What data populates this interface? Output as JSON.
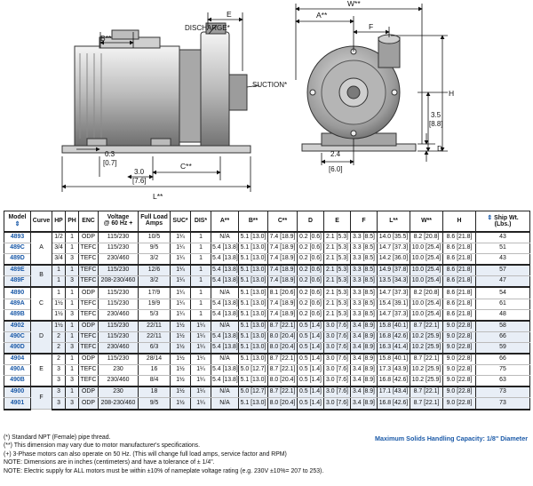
{
  "drawing": {
    "side_labels": {
      "e": "E",
      "b": "B**",
      "discharge": "DISCHARGE*",
      "suction": "SUCTION*",
      "d03": "0.3",
      "d03m": "[0.7]",
      "d30": "3.0",
      "d30m": "[7.6]",
      "c": "C**",
      "l": "L**"
    },
    "front_labels": {
      "w": "W**",
      "a": "A**",
      "f": "F",
      "h": "H",
      "d35": "3.5",
      "d35m": "[8.8]",
      "d24": "2.4",
      "d24m": "[6.0]",
      "d": "D"
    }
  },
  "table": {
    "headers": [
      {
        "l1": "Model",
        "l2": "",
        "sort": true
      },
      {
        "l1": "Curve",
        "l2": ""
      },
      {
        "l1": "HP",
        "l2": ""
      },
      {
        "l1": "PH",
        "l2": ""
      },
      {
        "l1": "ENC",
        "l2": ""
      },
      {
        "l1": "Voltage",
        "l2": "@ 60 Hz +"
      },
      {
        "l1": "Full Load",
        "l2": "Amps"
      },
      {
        "l1": "SUC*",
        "l2": ""
      },
      {
        "l1": "DIS*",
        "l2": ""
      },
      {
        "l1": "A**",
        "l2": ""
      },
      {
        "l1": "B**",
        "l2": ""
      },
      {
        "l1": "C**",
        "l2": ""
      },
      {
        "l1": "D",
        "l2": ""
      },
      {
        "l1": "E",
        "l2": ""
      },
      {
        "l1": "F",
        "l2": ""
      },
      {
        "l1": "L**",
        "l2": ""
      },
      {
        "l1": "W**",
        "l2": ""
      },
      {
        "l1": "H",
        "l2": ""
      },
      {
        "l1": "Ship Wt.",
        "l2": "(Lbs.)",
        "sort": true
      }
    ],
    "groups": [
      {
        "curve": "A",
        "rows": [
          [
            "4893",
            "1/2",
            "1",
            "ODP",
            "115/230",
            "10/5",
            "1¼",
            "1",
            "N/A",
            "5.1 [13.0]",
            "7.4 [18.9]",
            "0.2 [0.6]",
            "2.1 [5.3]",
            "3.3 [8.5]",
            "14.0 [35.5]",
            "8.2 [20.8]",
            "8.6 [21.8]",
            "43"
          ],
          [
            "489C",
            "3/4",
            "1",
            "TEFC",
            "115/230",
            "9/5",
            "1¼",
            "1",
            "5.4 [13.8]",
            "5.1 [13.0]",
            "7.4 [18.9]",
            "0.2 [0.6]",
            "2.1 [5.3]",
            "3.3 [8.5]",
            "14.7 [37.3]",
            "10.0 [25.4]",
            "8.6 [21.8]",
            "51"
          ],
          [
            "489D",
            "3/4",
            "3",
            "TEFC",
            "230/460",
            "3/2",
            "1¼",
            "1",
            "5.4 [13.8]",
            "5.1 [13.0]",
            "7.4 [18.9]",
            "0.2 [0.6]",
            "2.1 [5.3]",
            "3.3 [8.5]",
            "14.2 [36.0]",
            "10.0 [25.4]",
            "8.6 [21.8]",
            "43"
          ]
        ]
      },
      {
        "curve": "B",
        "rows": [
          [
            "489E",
            "1",
            "1",
            "TEFC",
            "115/230",
            "12/6",
            "1¼",
            "1",
            "5.4 [13.8]",
            "5.1 [13.0]",
            "7.4 [18.9]",
            "0.2 [0.6]",
            "2.1 [5.3]",
            "3.3 [8.5]",
            "14.9 [37.8]",
            "10.0 [25.4]",
            "8.6 [21.8]",
            "57"
          ],
          [
            "489F",
            "1",
            "3",
            "TEFC",
            "208-230/460",
            "3/2",
            "1¼",
            "1",
            "5.4 [13.8]",
            "5.1 [13.0]",
            "7.4 [18.9]",
            "0.2 [0.6]",
            "2.1 [5.3]",
            "3.3 [8.5]",
            "13.5 [34.3]",
            "10.0 [25.4]",
            "8.6 [21.8]",
            "47"
          ]
        ]
      },
      {
        "curve": "C",
        "rows": [
          [
            "4890",
            "1",
            "1",
            "ODP",
            "115/230",
            "17/9",
            "1¼",
            "1",
            "N/A",
            "5.1 [13.0]",
            "8.1 [20.6]",
            "0.2 [0.6]",
            "2.1 [5.3]",
            "3.3 [8.5]",
            "14.7 [37.3]",
            "8.2 [20.8]",
            "8.6 [21.8]",
            "54"
          ],
          [
            "489A",
            "1½",
            "1",
            "TEFC",
            "115/230",
            "19/9",
            "1¼",
            "1",
            "5.4 [13.8]",
            "5.1 [13.0]",
            "7.4 [18.9]",
            "0.2 [0.6]",
            "2.1 [5.3]",
            "3.3 [8.5]",
            "15.4 [39.1]",
            "10.0 [25.4]",
            "8.6 [21.8]",
            "61"
          ],
          [
            "489B",
            "1½",
            "3",
            "TEFC",
            "230/460",
            "5/3",
            "1¼",
            "1",
            "5.4 [13.8]",
            "5.1 [13.0]",
            "7.4 [18.9]",
            "0.2 [0.6]",
            "2.1 [5.3]",
            "3.3 [8.5]",
            "14.7 [37.3]",
            "10.0 [25.4]",
            "8.6 [21.8]",
            "48"
          ]
        ]
      },
      {
        "curve": "D",
        "rows": [
          [
            "4902",
            "1½",
            "1",
            "ODP",
            "115/230",
            "22/11",
            "1½",
            "1¼",
            "N/A",
            "5.1 [13.0]",
            "8.7 [22.1]",
            "0.5 [1.4]",
            "3.0 [7.6]",
            "3.4 [8.9]",
            "15.8 [40.1]",
            "8.7 [22.1]",
            "9.0 [22.8]",
            "58"
          ],
          [
            "490C",
            "2",
            "1",
            "TEFC",
            "115/230",
            "22/11",
            "1½",
            "1¼",
            "5.4 [13.8]",
            "5.1 [13.0]",
            "8.0 [20.4]",
            "0.5 [1.4]",
            "3.0 [7.6]",
            "3.4 [8.9]",
            "16.8 [42.6]",
            "10.2 [25.9]",
            "9.0 [22.8]",
            "66"
          ],
          [
            "490D",
            "2",
            "3",
            "TEFC",
            "230/460",
            "6/3",
            "1½",
            "1¼",
            "5.4 [13.8]",
            "5.1 [13.0]",
            "8.0 [20.4]",
            "0.5 [1.4]",
            "3.0 [7.6]",
            "3.4 [8.9]",
            "16.3 [41.4]",
            "10.2 [25.9]",
            "9.0 [22.8]",
            "59"
          ]
        ]
      },
      {
        "curve": "E",
        "rows": [
          [
            "4904",
            "2",
            "1",
            "ODP",
            "115/230",
            "28/14",
            "1½",
            "1¼",
            "N/A",
            "5.1 [13.0]",
            "8.7 [22.1]",
            "0.5 [1.4]",
            "3.0 [7.6]",
            "3.4 [8.9]",
            "15.8 [40.1]",
            "8.7 [22.1]",
            "9.0 [22.8]",
            "66"
          ],
          [
            "490A",
            "3",
            "1",
            "TEFC",
            "230",
            "16",
            "1½",
            "1¼",
            "5.4 [13.8]",
            "5.0 [12.7]",
            "8.7 [22.1]",
            "0.5 [1.4]",
            "3.0 [7.6]",
            "3.4 [8.9]",
            "17.3 [43.9]",
            "10.2 [25.9]",
            "9.0 [22.8]",
            "75"
          ],
          [
            "490B",
            "3",
            "3",
            "TEFC",
            "230/460",
            "8/4",
            "1½",
            "1¼",
            "5.4 [13.8]",
            "5.1 [13.0]",
            "8.0 [20.4]",
            "0.5 [1.4]",
            "3.0 [7.6]",
            "3.4 [8.9]",
            "16.8 [42.6]",
            "10.2 [25.9]",
            "9.0 [22.8]",
            "63"
          ]
        ]
      },
      {
        "curve": "F",
        "rows": [
          [
            "4900",
            "3",
            "1",
            "ODP",
            "230",
            "18",
            "1½",
            "1¼",
            "N/A",
            "5.0 [12.7]",
            "8.7 [22.1]",
            "0.5 [1.4]",
            "3.0 [7.6]",
            "3.4 [8.9]",
            "17.1 [43.4]",
            "8.7 [22.1]",
            "9.0 [22.8]",
            "73"
          ],
          [
            "4901",
            "3",
            "3",
            "ODP",
            "208-230/460",
            "9/5",
            "1½",
            "1¼",
            "N/A",
            "5.1 [13.0]",
            "8.0 [20.4]",
            "0.5 [1.4]",
            "3.0 [7.6]",
            "3.4 [8.9]",
            "16.8 [42.6]",
            "8.7 [22.1]",
            "9.0 [22.8]",
            "73"
          ]
        ]
      }
    ]
  },
  "notes": [
    "(*) Standard NPT (Female) pipe thread.",
    "(**) This dimension may vary due to motor manufacturer's specifications.",
    "(+) 3-Phase motors can also operate on 50 Hz. (This will change full load amps, service factor and RPM)",
    "NOTE: Dimensions are in inches (centimeters) and have a tolerance of ± 1/4\".",
    "NOTE: Electric supply for ALL motors must be within ±10% of nameplate voltage rating (e.g. 230V ±10%= 207 to 253)."
  ],
  "capacity": "Maximum Solids Handling Capacity: 1/8\" Diameter",
  "colors": {
    "accent": "#1b5aa8"
  }
}
